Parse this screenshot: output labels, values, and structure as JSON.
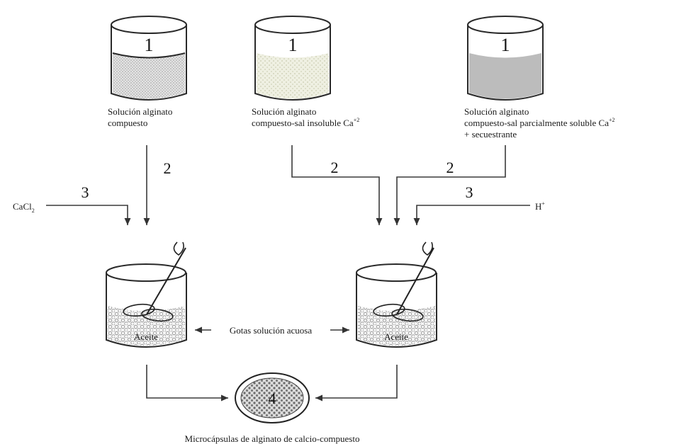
{
  "steps": {
    "beaker_a": "1",
    "beaker_b": "1",
    "beaker_c": "1",
    "arrow_a": "2",
    "arrow_b": "2",
    "arrow_c": "2",
    "reagent_left": "3",
    "reagent_right": "3",
    "product": "4"
  },
  "solutions": {
    "a": [
      "Solución alginato",
      "compuesto"
    ],
    "b": [
      "Solución alginato",
      "compuesto-sal insoluble  Ca"
    ],
    "b_sup": "+2",
    "c": [
      "Solución alginato",
      "compuesto-sal parcialmente soluble  Ca",
      "+ secuestrante"
    ],
    "c_sup": "+2"
  },
  "reagents": {
    "left": "CaCl",
    "left_sub": "2",
    "right": "H",
    "right_sup": "+"
  },
  "mixing": {
    "oil_left": "Aceite",
    "oil_right": "Aceite",
    "droplets": "Gotas solución acuosa"
  },
  "product_caption": "Microcápsulas de alginato de calcio-compuesto",
  "colors": {
    "fill_fine": "#d9d9d9",
    "fill_light": "#e8ead6",
    "fill_gray": "#bdbdbd",
    "line": "#3a3a3a"
  }
}
